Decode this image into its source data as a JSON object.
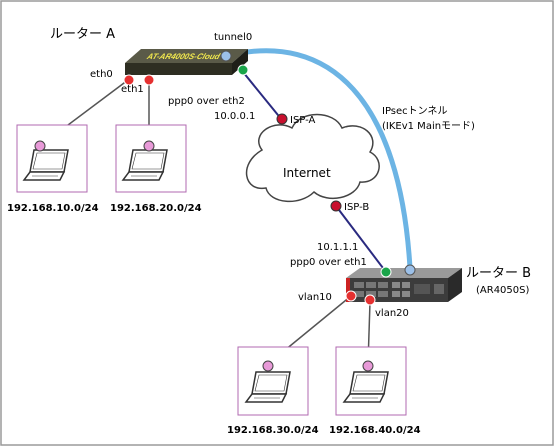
{
  "router_a": {
    "title": "ルーター A",
    "device_text": "AT-AR4000S-Cloud",
    "iface_eth0": "eth0",
    "iface_eth1": "eth1",
    "iface_tunnel": "tunnel0",
    "iface_ppp": "ppp0 over eth2",
    "ip": "10.0.0.1"
  },
  "router_b": {
    "title": "ルーター B",
    "model": "(AR4050S)",
    "iface_ppp": "ppp0 over eth1",
    "ip": "10.1.1.1",
    "iface_vlan10": "vlan10",
    "iface_vlan20": "vlan20"
  },
  "internet": {
    "label": "Internet",
    "isp_a": "ISP-A",
    "isp_b": "ISP-B"
  },
  "tunnel": {
    "line1": "IPsecトンネル",
    "line2": "(IKEv1 Mainモード)"
  },
  "networks": [
    "192.168.10.0/24",
    "192.168.20.0/24",
    "192.168.30.0/24",
    "192.168.40.0/24"
  ],
  "colors": {
    "tunnel_line": "#6cb4e4",
    "wan_line": "#2a2a80",
    "lan_line": "#555555",
    "port_red": "#e53030",
    "port_green": "#1aa54a",
    "port_blue": "#9cc0e8",
    "isp_dot": "#c8102e",
    "pc_frame": "#b06ab0",
    "pc_dot": "#e89ad8",
    "router_a_body": "#3a3a2a",
    "router_a_text": "#f2e94e"
  }
}
